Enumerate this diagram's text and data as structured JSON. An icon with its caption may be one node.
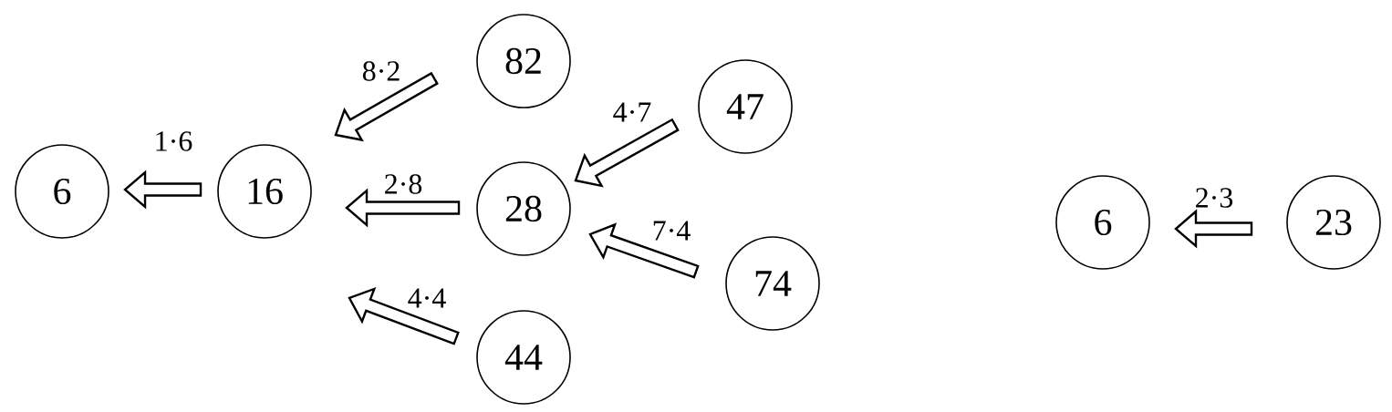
{
  "diagram": {
    "nodes": [
      {
        "text": [
          "6"
        ]
      },
      {
        "text": [
          "16"
        ]
      },
      {
        "text": [
          "82"
        ]
      },
      {
        "text": [
          "28"
        ]
      },
      {
        "text": [
          "44"
        ]
      },
      {
        "text": [
          "47"
        ]
      },
      {
        "text": [
          "74"
        ]
      },
      {
        "text": [
          "6"
        ]
      },
      {
        "text": [
          "23"
        ]
      }
    ],
    "edges": [
      {
        "from": 1,
        "to": 0,
        "arrow": "to",
        "label": "1·6"
      },
      {
        "from": 2,
        "to": 1,
        "arrow": "to",
        "label": "8·2"
      },
      {
        "from": 3,
        "to": 1,
        "arrow": "to",
        "label": "2·8"
      },
      {
        "from": 4,
        "to": 1,
        "arrow": "to",
        "label": "4·4"
      },
      {
        "from": 5,
        "to": 3,
        "arrow": "to",
        "label": "4·7"
      },
      {
        "from": 6,
        "to": 3,
        "arrow": "to",
        "label": "7·4"
      },
      {
        "from": 8,
        "to": 7,
        "arrow": "to",
        "label": "2·3"
      }
    ]
  }
}
